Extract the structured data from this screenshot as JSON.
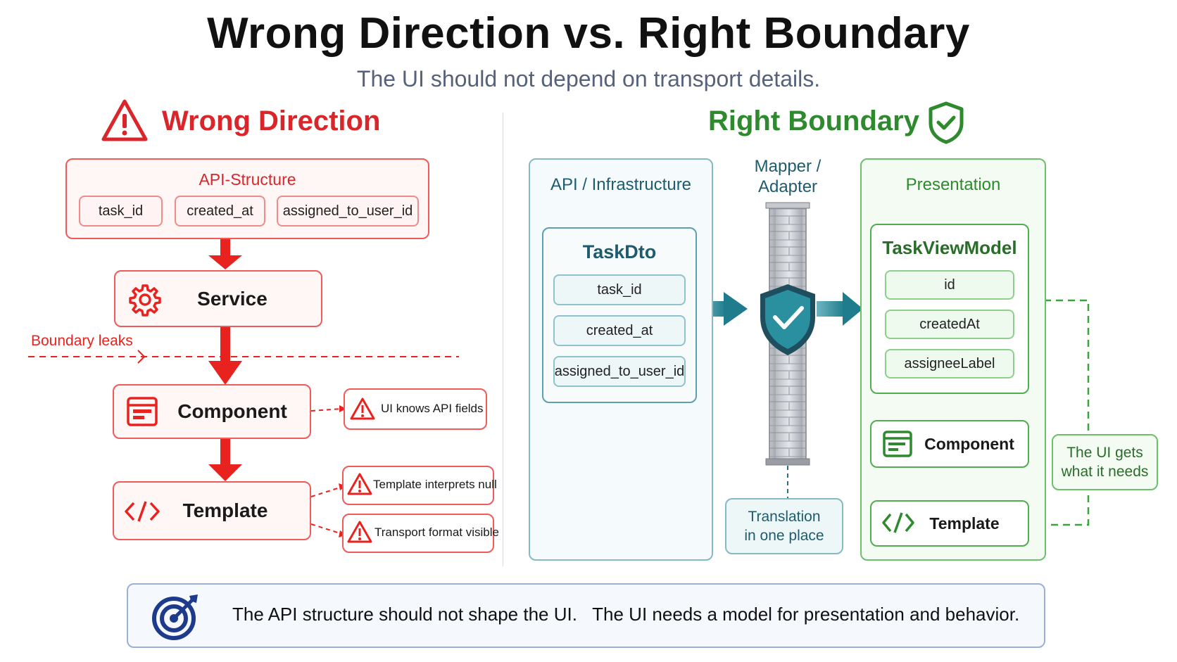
{
  "title": "Wrong Direction vs. Right Boundary",
  "subtitle": "The UI should not depend on transport details.",
  "wrong": {
    "heading": "Wrong Direction",
    "heading_icon": "warning-triangle-icon",
    "api_box": {
      "title": "API-Structure",
      "fields": [
        "task_id",
        "created_at",
        "assigned_to_user_id"
      ]
    },
    "service": "Service",
    "component": "Component",
    "template": "Template",
    "boundary_label": "Boundary leaks",
    "warnings": [
      "UI knows API fields",
      "Template interprets null",
      "Transport format visible"
    ],
    "color": "#d9262b"
  },
  "right": {
    "heading": "Right Boundary",
    "heading_icon": "shield-check-icon",
    "api_panel": {
      "title": "API / Infrastructure",
      "dto": "TaskDto",
      "fields": [
        "task_id",
        "created_at",
        "assigned_to_user_id"
      ]
    },
    "mapper": {
      "title_line1": "Mapper /",
      "title_line2": "Adapter",
      "note_line1": "Translation",
      "note_line2": "in one place"
    },
    "presentation": {
      "title": "Presentation",
      "viewmodel": "TaskViewModel",
      "fields": [
        "id",
        "createdAt",
        "assigneeLabel"
      ],
      "component": "Component",
      "template": "Template"
    },
    "side_note_line1": "The UI gets",
    "side_note_line2": "what it needs",
    "color": "#2f8a2f"
  },
  "footer": {
    "icon": "target-icon",
    "text": "The API structure should not shape the UI.   The UI needs a model for presentation and behavior."
  }
}
